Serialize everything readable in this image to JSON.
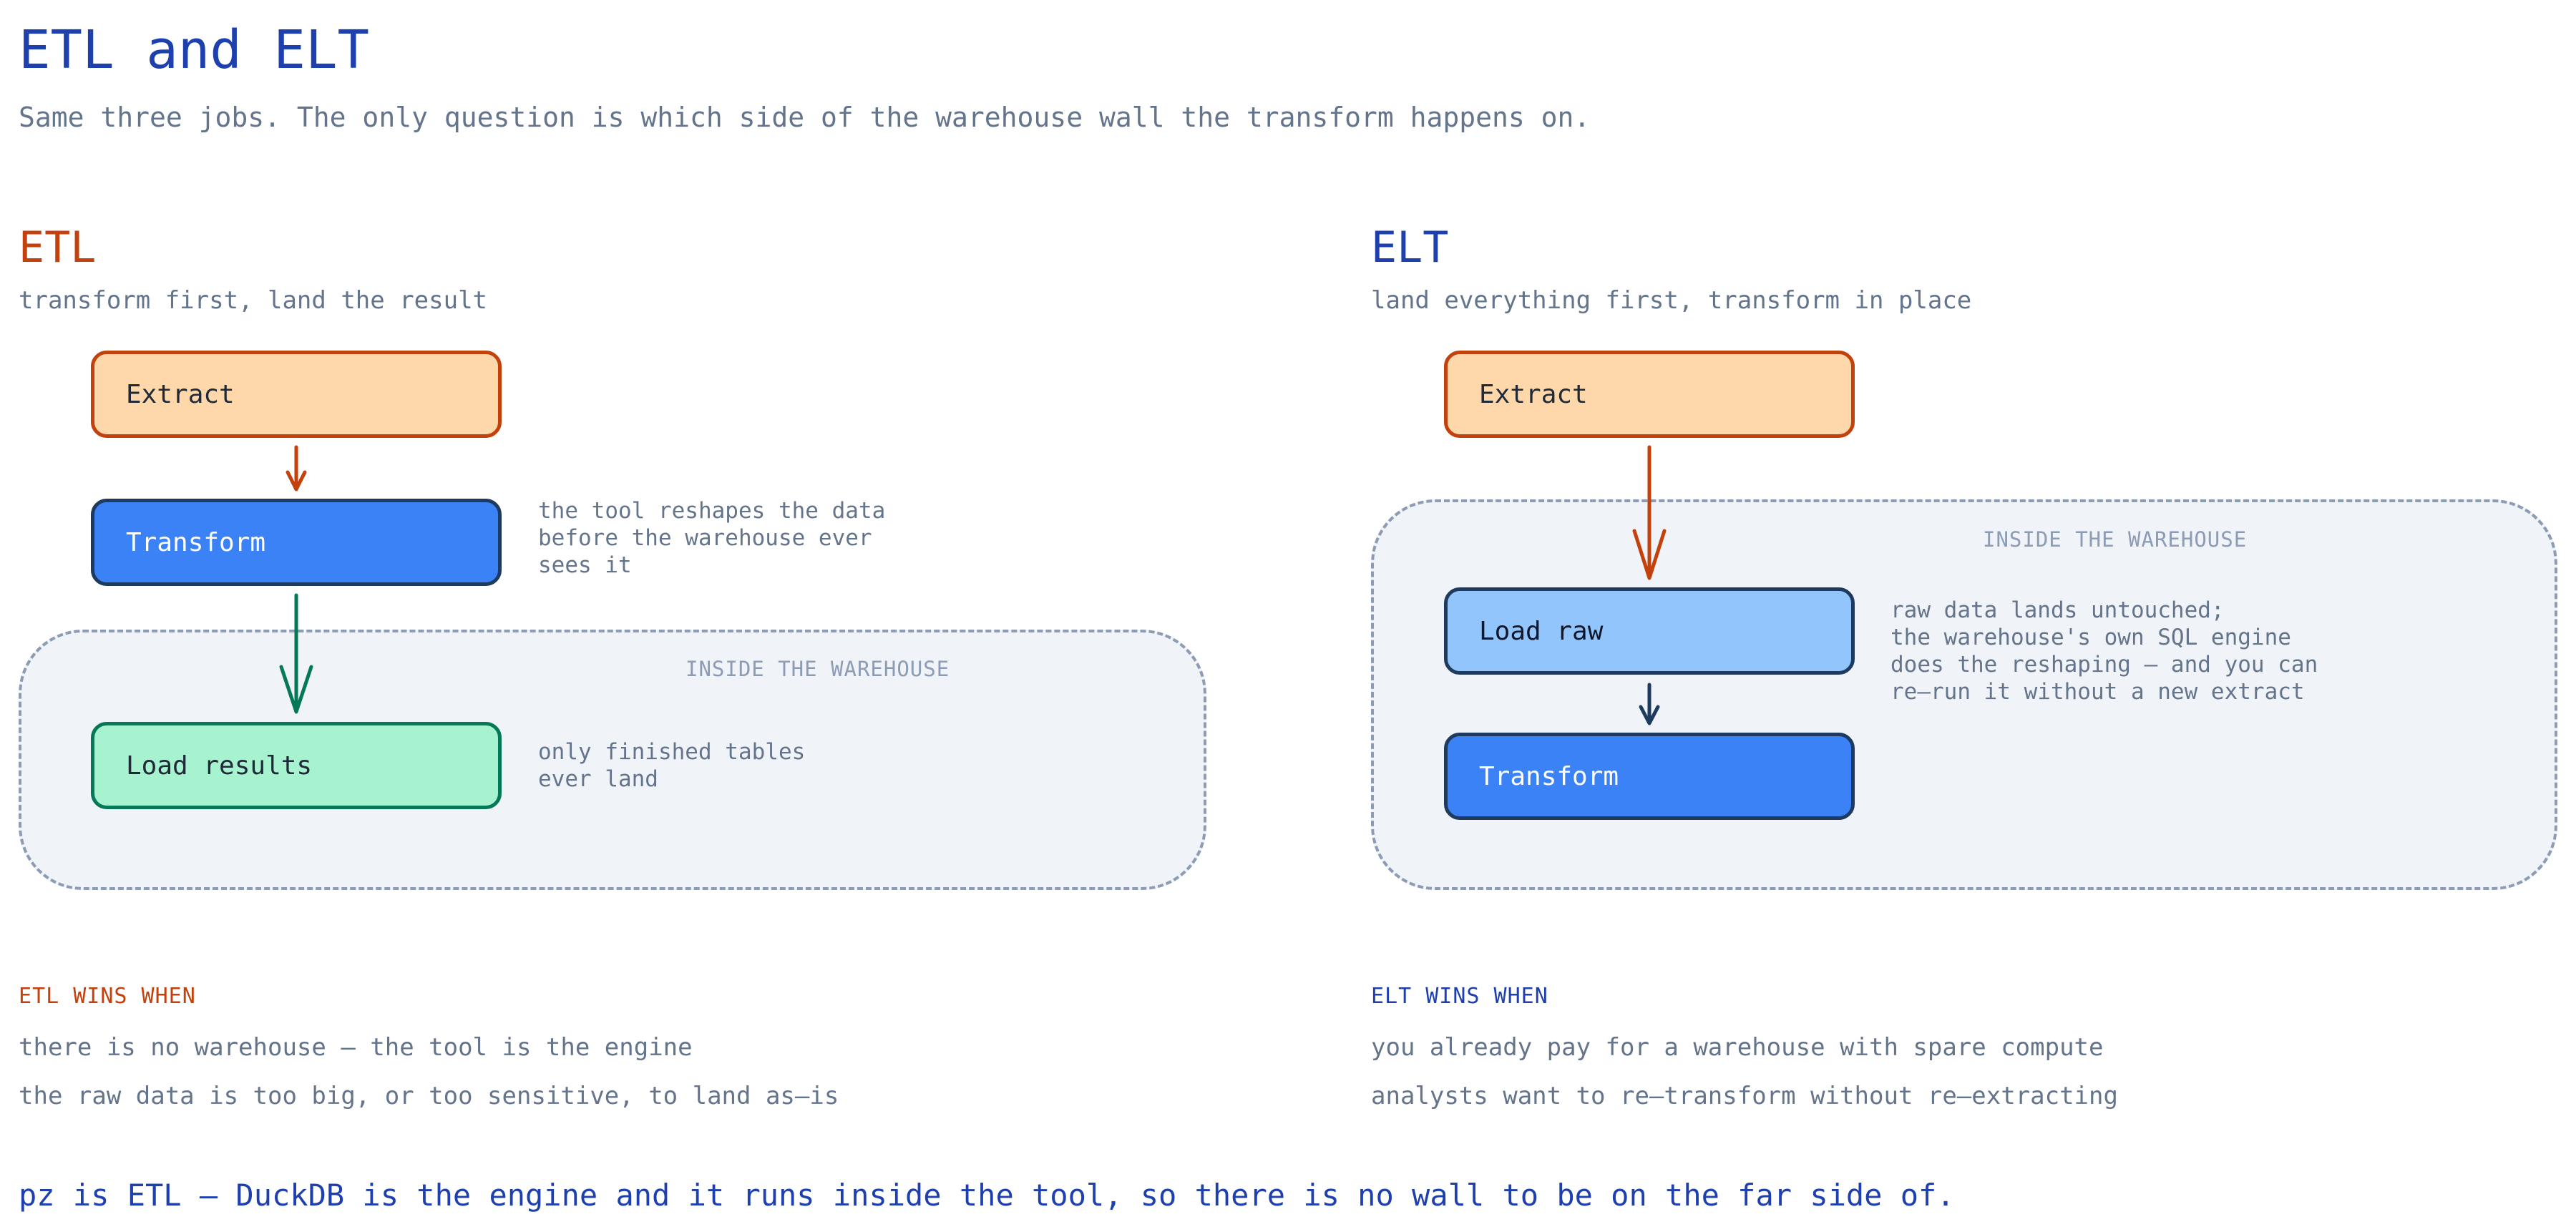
{
  "title": "ETL and ELT",
  "subtitle": "Same three jobs. The only question is which side of the warehouse wall the transform happens on.",
  "etl": {
    "heading": "ETL",
    "tagline": "transform first, land the result",
    "zone_label": "INSIDE THE WAREHOUSE",
    "steps": [
      "Extract",
      "Transform",
      "Load results"
    ],
    "transform_note": [
      "the tool reshapes the data",
      "before the warehouse ever",
      "sees it"
    ],
    "load_note": [
      "only finished tables",
      "ever land"
    ],
    "wins_heading": "ETL WINS WHEN",
    "wins": [
      "there is no warehouse — the tool is the engine",
      "the raw data is too big, or too sensitive, to land as—is"
    ]
  },
  "elt": {
    "heading": "ELT",
    "tagline": "land everything first, transform in place",
    "zone_label": "INSIDE THE WAREHOUSE",
    "steps": [
      "Extract",
      "Load raw",
      "Transform"
    ],
    "load_note": [
      "raw data lands untouched;",
      "the warehouse's own SQL engine",
      "does the reshaping — and you can",
      "re—run it without a new extract"
    ],
    "wins_heading": "ELT WINS WHEN",
    "wins": [
      "you already pay for a warehouse with spare compute",
      "analysts want to re—transform without re—extracting"
    ]
  },
  "footer": "pz is ETL — DuckDB is the engine and it runs inside the tool, so there is no wall to be on the far side of.",
  "colors": {
    "etl_accent": "#c2410c",
    "elt_accent": "#1e40af",
    "load_results_arrow": "#047857",
    "dark_arrow": "#1e3a5f"
  }
}
